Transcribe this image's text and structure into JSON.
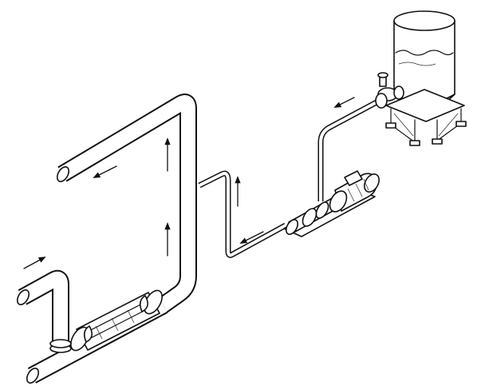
{
  "figure": {
    "style": "black line drawing on white background",
    "ink_color": "#111111",
    "paper_color": "#ffffff"
  },
  "components": [
    {
      "name": "storage-tank",
      "icon": "cylindrical-tank-on-stand"
    },
    {
      "name": "tank-outlet-valve",
      "icon": "valve"
    },
    {
      "name": "dosing-pump",
      "icon": "pump-with-motor"
    },
    {
      "name": "main-pipeline",
      "icon": "pipe"
    },
    {
      "name": "static-mixer",
      "icon": "inline-mixer"
    }
  ],
  "flow_arrows": [
    {
      "name": "inlet-flow-arrow",
      "direction": "right"
    },
    {
      "name": "riser-lower-arrow",
      "direction": "up"
    },
    {
      "name": "riser-upper-arrow",
      "direction": "up"
    },
    {
      "name": "outlet-flow-arrow",
      "direction": "left"
    },
    {
      "name": "tank-outflow-arrow",
      "direction": "left"
    },
    {
      "name": "dosing-line-up-arrow",
      "direction": "up"
    },
    {
      "name": "dosing-line-left-arrow",
      "direction": "left"
    }
  ]
}
